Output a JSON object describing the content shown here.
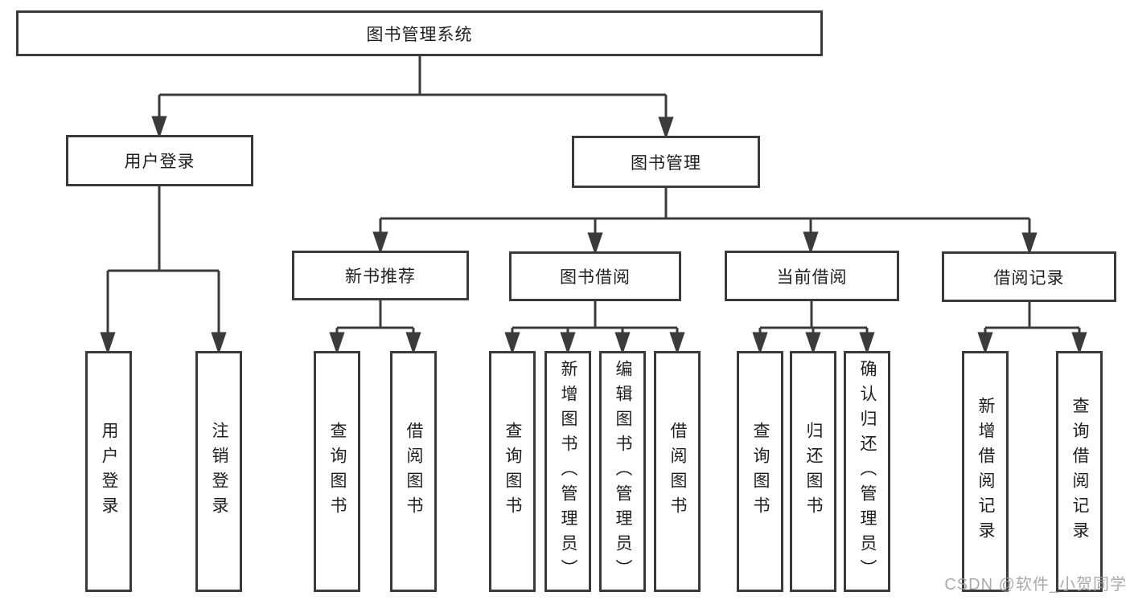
{
  "diagram_title": "图书管理系统",
  "tree": {
    "root": "图书管理系统",
    "children": [
      {
        "label": "用户登录",
        "children": [
          "用户登录",
          "注销登录"
        ]
      },
      {
        "label": "图书管理",
        "children": [
          {
            "label": "新书推荐",
            "children": [
              "查询图书",
              "借阅图书"
            ]
          },
          {
            "label": "图书借阅",
            "children": [
              "查询图书",
              "新增图书（管理员）",
              "编辑图书（管理员）",
              "借阅图书"
            ]
          },
          {
            "label": "当前借阅",
            "children": [
              "查询图书",
              "归还图书",
              "确认归还（管理员）"
            ]
          },
          {
            "label": "借阅记录",
            "children": [
              "新增借阅记录",
              "查询借阅记录"
            ]
          }
        ]
      }
    ]
  },
  "colors": {
    "line": "#3b3b3b",
    "box_border": "#3b3b3b",
    "box_fill": "#ffffff",
    "text": "#1e1e1e",
    "watermark": "#9c9c9c"
  },
  "watermark": {
    "text": "CSDN @软件_小贺同学"
  }
}
